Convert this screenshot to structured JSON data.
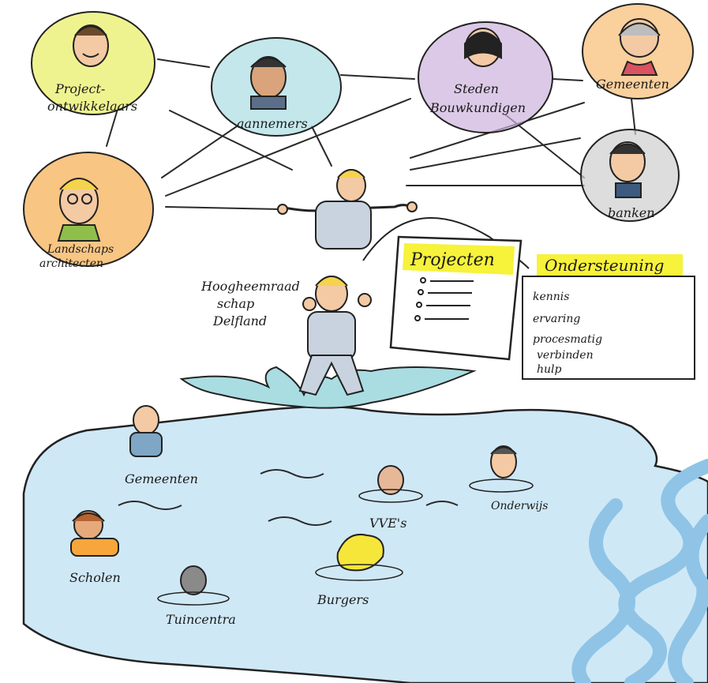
{
  "stakeholders": {
    "projectontwikkelaars_line1": "Project-",
    "projectontwikkelaars_line2": "ontwikkelaars",
    "aannemers": "aannemers",
    "stedenbouwkundigen_line1": "Steden",
    "stedenbouwkundigen_line2": "Bouwkundigen",
    "gemeenten": "Gemeenten",
    "landschapsarchitecten_line1": "Landschaps",
    "landschapsarchitecten_line2": "architecten",
    "banken": "banken"
  },
  "organisation": {
    "line1": "Hoogheemraad",
    "line2": "schap",
    "line3": "Delfland"
  },
  "board": {
    "title": "Projecten"
  },
  "support": {
    "title": "Ondersteuning",
    "items": [
      "kennis",
      "ervaring",
      "procesmatig",
      "verbinden",
      "hulp"
    ]
  },
  "swimmers": {
    "gemeenten": "Gemeenten",
    "vves": "VVE's",
    "onderwijs": "Onderwijs",
    "scholen": "Scholen",
    "burgers": "Burgers",
    "tuincentra": "Tuincentra"
  },
  "colors": {
    "water": "#cfe8f6",
    "waves": "#8fc4e6",
    "highlight": "#f7f23a",
    "bubble_yellow": "#e9ef6a",
    "bubble_teal": "#a9dde2",
    "bubble_purple": "#cdb2dd",
    "bubble_orange": "#f6b15a",
    "bubble_grey": "#cfcfcf",
    "shirt_grey": "#c9d3df",
    "skin": "#f3caa4",
    "hair_blond": "#f5d34d"
  }
}
